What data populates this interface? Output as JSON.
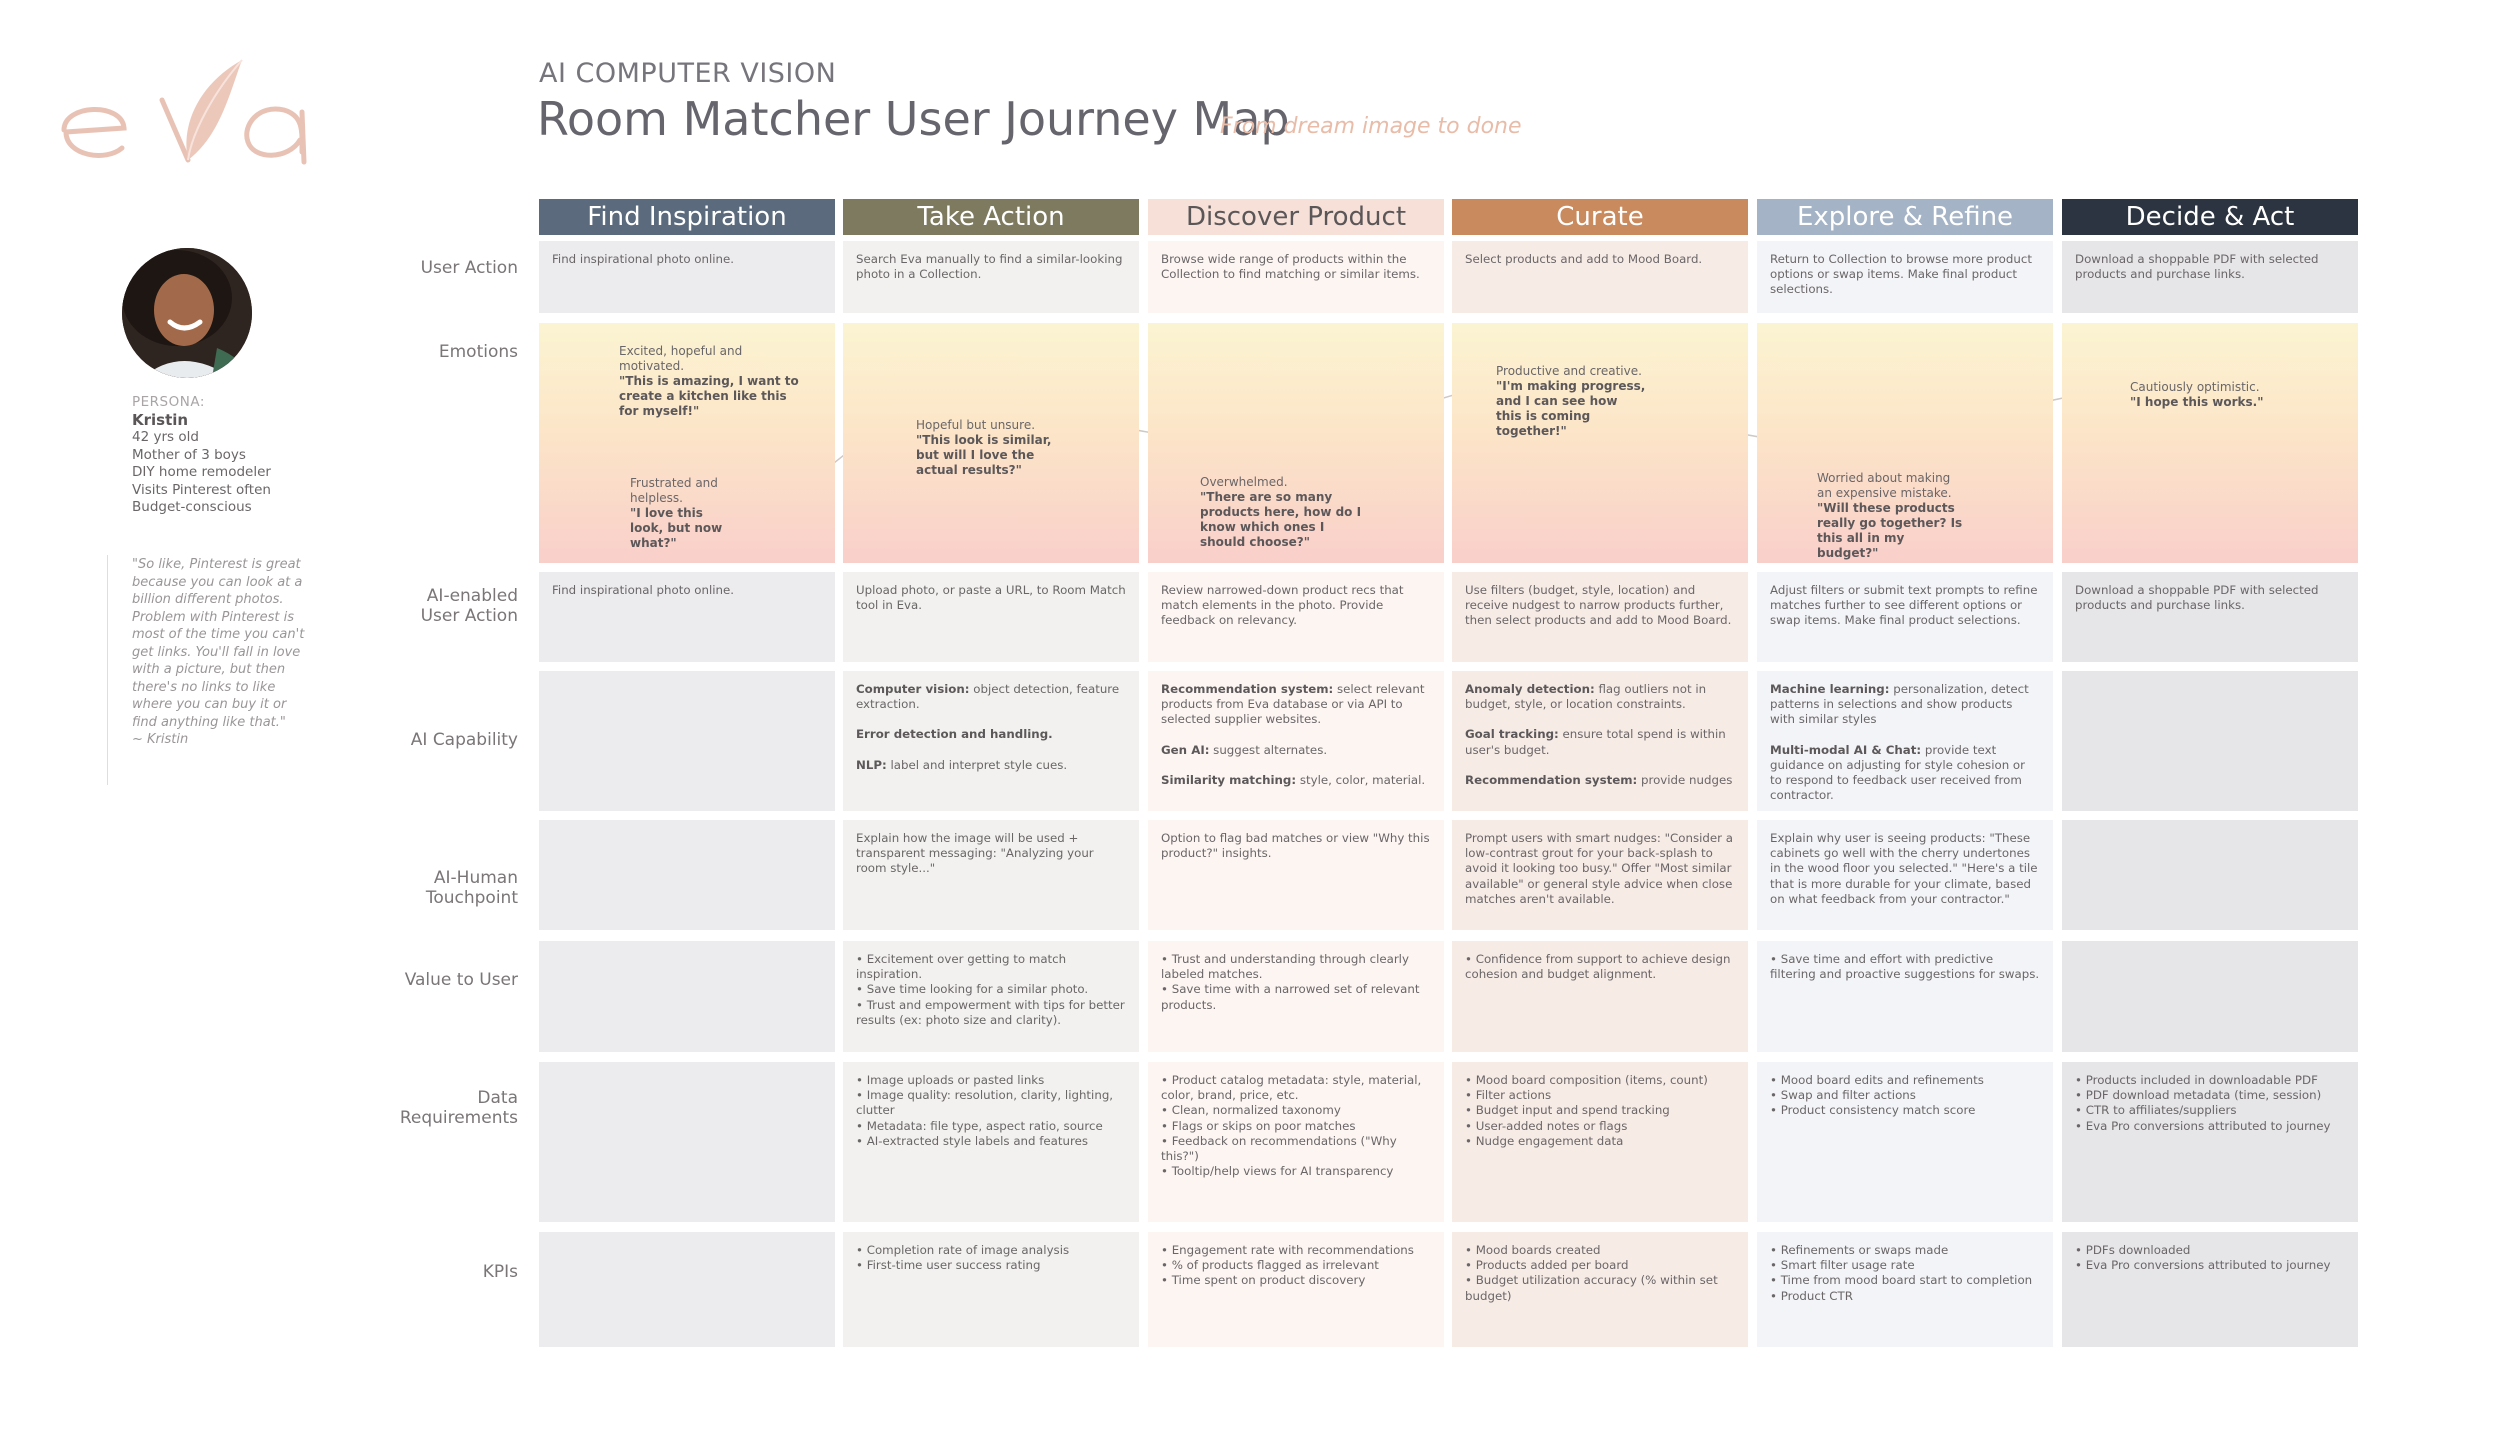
{
  "brand": {
    "logo_text": "eva"
  },
  "header": {
    "eyebrow": "AI COMPUTER VISION",
    "title": "Room Matcher User Journey Map",
    "tagline": "From dream image to done"
  },
  "persona": {
    "label": "PERSONA:",
    "name": "Kristin",
    "traits": [
      "42 yrs old",
      "Mother of 3 boys",
      "DIY home remodeler",
      "Visits Pinterest often",
      "Budget-conscious"
    ],
    "quote": "\"So like, Pinterest is great because you can look at a billion different photos. Problem with Pinterest is most of the time you can't get links. You'll fall in love with a picture, but then there's no links to like where you can buy it or find anything like that.\"\n~ Kristin"
  },
  "row_labels": {
    "user_action": "User Action",
    "emotions": "Emotions",
    "ai_user_action": "AI-enabled\nUser Action",
    "ai_capability": "AI Capability",
    "ai_human": "AI-Human\nTouchpoint",
    "value": "Value to User",
    "data_req": "Data\nRequirements",
    "kpis": "KPIs"
  },
  "stages": [
    {
      "name": "Find Inspiration",
      "color": "#5b6b7d",
      "cell_bg": "#ecebed"
    },
    {
      "name": "Take Action",
      "color": "#7e7a5f",
      "cell_bg": "#f3f1ef"
    },
    {
      "name": "Discover Product",
      "color": "#f6e0d7",
      "cell_bg": "#fcf5f2"
    },
    {
      "name": "Curate",
      "color": "#c98a5e",
      "cell_bg": "#f7ebe5"
    },
    {
      "name": "Explore & Refine",
      "color": "#a4b3c6",
      "cell_bg": "#f3f4f7"
    },
    {
      "name": "Decide & Act",
      "color": "#2b3440",
      "cell_bg": "#e6e5e8"
    }
  ],
  "header_text_colors": {
    "light": "#ffffff",
    "dark": "#5b5758"
  },
  "user_action": [
    "Find inspirational photo online.",
    "Search Eva manually to find a similar-looking photo in a Collection.",
    "Browse wide range of products within the Collection to find matching or similar items.",
    "Select products and add to Mood Board.",
    "Return to Collection to browse more product options or swap items. Make final product selections.",
    "Download a shoppable PDF with selected products and purchase links."
  ],
  "emotions": [
    {
      "mood": "happy",
      "level": 0.92,
      "caption": "Excited, hopeful and motivated.",
      "quote": "\"This is amazing, I want to create a kitchen like this for myself!\""
    },
    {
      "mood": "sad",
      "level": 0.08,
      "caption": "Frustrated and helpless.",
      "quote": "\"I love this look, but now what?\""
    },
    {
      "mood": "neutral",
      "level": 0.72,
      "caption": "Hopeful but unsure.",
      "quote": "\"This look is similar, but will I love the actual results?\""
    },
    {
      "mood": "worried",
      "level": 0.43,
      "caption": "Overwhelmed.",
      "quote": "\"There are so many products here, how do I know which ones I should choose?\""
    },
    {
      "mood": "happy",
      "level": 0.74,
      "caption": "Productive and creative.",
      "quote": "\"I'm making progress, and I can see how this is coming together!\""
    },
    {
      "mood": "worried",
      "level": 0.45,
      "caption": "Worried about making an expensive mistake.",
      "quote": "\"Will these products really go together? Is this all in my budget?\""
    },
    {
      "mood": "neutral",
      "level": 0.74,
      "caption": "Cautiously optimistic.",
      "quote": "\"I hope this works.\""
    }
  ],
  "ai_user_action": [
    "Find inspirational photo online.",
    "Upload photo, or paste a URL, to Room Match tool in Eva.",
    "Review narrowed-down product recs that match elements in the photo. Provide feedback on relevancy.",
    "Use filters (budget, style, location) and receive nudgest to narrow products further, then select products and add to Mood Board.",
    "Adjust filters or submit text prompts to refine matches further to see different options or swap items. Make final product selections.",
    "Download a shoppable PDF with selected products and purchase links."
  ],
  "ai_capability": [
    [],
    [
      {
        "term": "Computer vision:",
        "text": " object detection, feature extraction."
      },
      {
        "term": "Error detection and handling.",
        "text": ""
      },
      {
        "term": "NLP:",
        "text": " label and interpret style cues."
      }
    ],
    [
      {
        "term": "Recommendation system:",
        "text": " select relevant products from Eva database or via API to selected supplier websites."
      },
      {
        "term": "Gen AI:",
        "text": " suggest alternates."
      },
      {
        "term": "Similarity matching:",
        "text": " style, color, material."
      }
    ],
    [
      {
        "term": "Anomaly detection:",
        "text": " flag outliers not in budget, style, or location constraints."
      },
      {
        "term": "Goal tracking:",
        "text": " ensure total spend is within user's budget."
      },
      {
        "term": "Recommendation system:",
        "text": " provide nudges"
      }
    ],
    [
      {
        "term": "Machine learning:",
        "text": " personalization, detect patterns in selections and show products with similar styles"
      },
      {
        "term": "Multi-modal AI & Chat:",
        "text": " provide text guidance on adjusting for style cohesion or to respond to feedback user received from contractor."
      }
    ],
    []
  ],
  "ai_human": [
    "",
    "Explain how the image will be used + transparent messaging: \"Analyzing your room style...\"",
    "Option to flag bad matches or view \"Why this product?\" insights.",
    "Prompt users with smart nudges: \"Consider a low-contrast grout for your back-splash to avoid it looking too busy.\" Offer \"Most similar available\" or general style advice when close matches aren't available.",
    "Explain why user is seeing products: \"These cabinets go well with the cherry undertones in the wood floor you selected.\" \"Here's a tile that is more durable for your climate, based on what feedback from your contractor.\"",
    ""
  ],
  "value": [
    [],
    [
      "• Excitement over getting to match inspiration.",
      "• Save time looking for a similar photo.",
      "• Trust and empowerment with tips for better results (ex: photo size and clarity)."
    ],
    [
      "• Trust and understanding through clearly labeled matches.",
      "• Save time with a narrowed set of relevant products."
    ],
    [
      "• Confidence from support to achieve design cohesion and budget alignment."
    ],
    [
      "• Save time and effort with predictive filtering and proactive suggestions for swaps."
    ],
    []
  ],
  "data_req": [
    [],
    [
      "• Image uploads or pasted links",
      "• Image quality: resolution, clarity, lighting, clutter",
      "• Metadata: file type, aspect ratio, source",
      "• AI-extracted style labels and features"
    ],
    [
      "• Product catalog metadata: style, material, color, brand, price, etc.",
      "• Clean, normalized taxonomy",
      "• Flags or skips on poor matches",
      "• Feedback on recommendations (\"Why this?\")",
      "• Tooltip/help views for AI transparency"
    ],
    [
      "• Mood board composition (items, count)",
      "• Filter actions",
      "• Budget input and spend tracking",
      "• User-added notes or flags",
      "• Nudge engagement data"
    ],
    [
      "• Mood board edits and refinements",
      "• Swap and filter actions",
      "• Product consistency match score"
    ],
    [
      "• Products included in downloadable PDF",
      "• PDF download metadata (time, session)",
      "• CTR to affiliates/suppliers",
      "• Eva Pro conversions attributed to journey"
    ]
  ],
  "kpis": [
    [],
    [
      "• Completion rate of image analysis",
      "• First-time user success rating"
    ],
    [
      "• Engagement rate with recommendations",
      "• % of products flagged as irrelevant",
      "• Time spent on product discovery"
    ],
    [
      "• Mood boards created",
      "• Products added per board",
      "• Budget utilization accuracy (% within set budget)"
    ],
    [
      "• Refinements or swaps made",
      "• Smart filter usage rate",
      "• Time from mood board start to completion",
      "• Product CTR"
    ],
    [
      "• PDFs downloaded",
      "• Eva Pro conversions attributed to journey"
    ]
  ]
}
